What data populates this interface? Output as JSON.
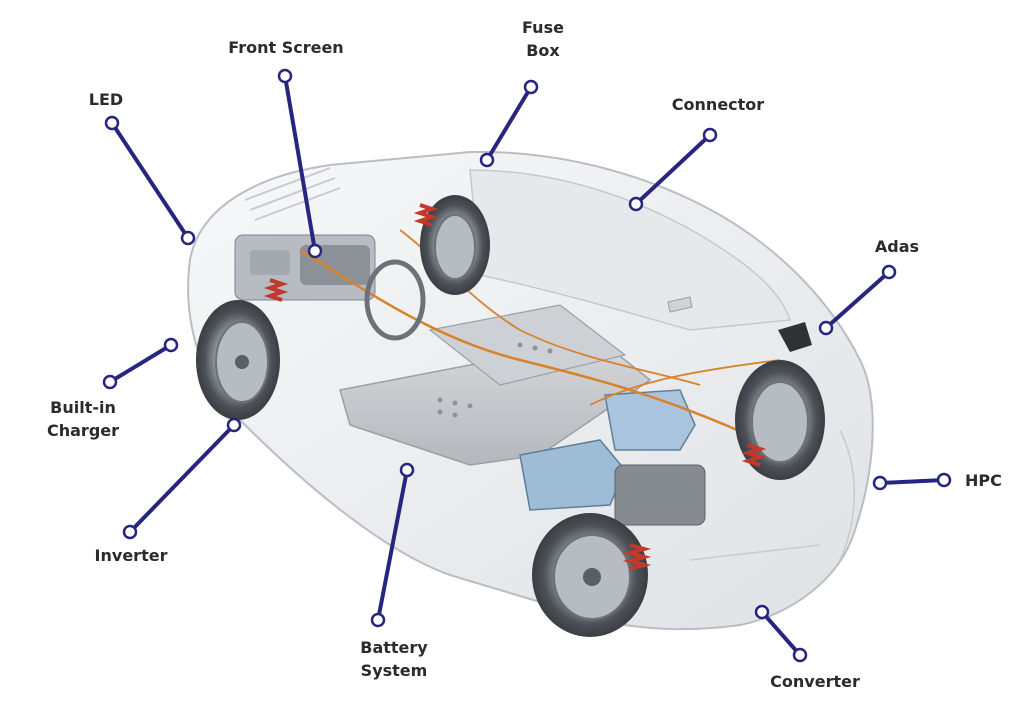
{
  "callouts": {
    "led": {
      "label": "LED"
    },
    "front_screen": {
      "label": "Front Screen"
    },
    "fuse_box": {
      "line1": "Fuse",
      "line2": "Box"
    },
    "connector": {
      "label": "Connector"
    },
    "adas": {
      "label": "Adas"
    },
    "built_in_charger": {
      "line1": "Built-in",
      "line2": "Charger"
    },
    "inverter": {
      "label": "Inverter"
    },
    "battery_system": {
      "line1": "Battery",
      "line2": "System"
    },
    "hpc": {
      "label": "HPC"
    },
    "converter": {
      "label": "Converter"
    }
  },
  "colors": {
    "leader_line": "#262680",
    "label_text": "#2b2b2b",
    "car_body": "#eef0f2",
    "car_outline": "#b9bec4",
    "battery": "#c9ccd0",
    "coolant_tank": "#9fbcd6",
    "suspension_spring": "#c0392b",
    "wiring": "#d9822b"
  },
  "icons": [
    "car-cutaway-illustration"
  ]
}
